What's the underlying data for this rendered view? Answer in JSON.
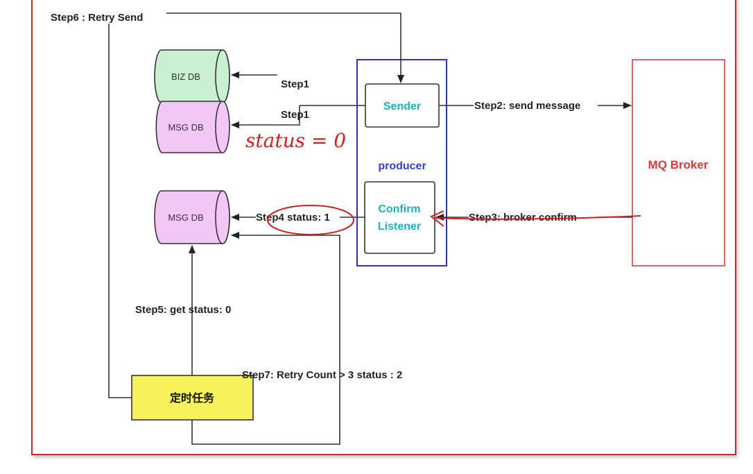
{
  "labels": {
    "step6": "Step6 : Retry Send",
    "step1_biz": "Step1",
    "step1_msg": "Step1",
    "step2": "Step2:  send message",
    "step3": "Step3:  broker confirm",
    "step4": "Step4 status: 1",
    "step5": "Step5: get status:  0",
    "step7": "Step7: Retry Count > 3 status : 2"
  },
  "nodes": {
    "biz_db": "BIZ DB",
    "msg_db_top": "MSG DB",
    "msg_db_bottom": "MSG DB",
    "sender": "Sender",
    "producer": "producer",
    "confirm_line1": "Confirm",
    "confirm_line2": "Listener",
    "mq_broker": "MQ Broker",
    "scheduled_task": "定时任务"
  },
  "annotation": {
    "handwritten": "status = 0"
  },
  "colors": {
    "frame": "#cc2a2a",
    "producer_border": "#2f2fd0",
    "broker_border": "#e03c3c",
    "db_fill": "#f3c7f5",
    "biz_db_fill": "#c9f0d0",
    "task_fill": "#f7f25a",
    "handwriting": "#d21f1f"
  }
}
